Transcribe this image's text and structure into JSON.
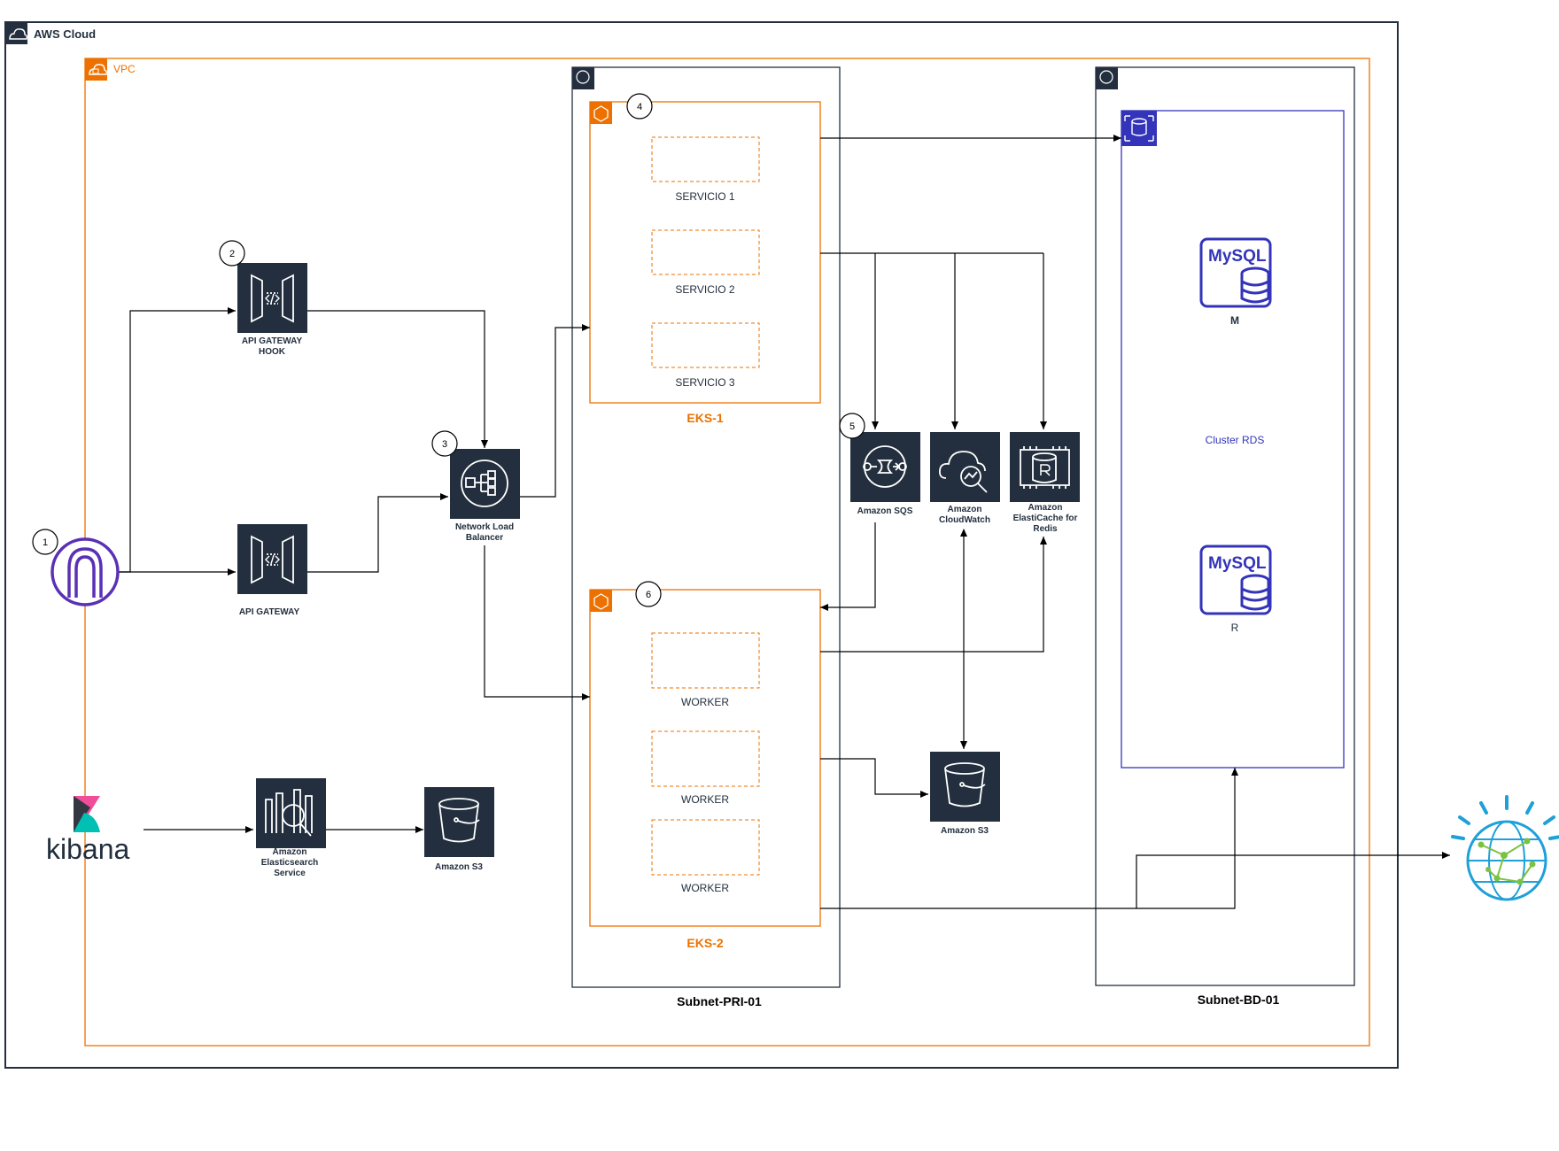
{
  "groups": {
    "aws_cloud": "AWS Cloud",
    "vpc": "VPC",
    "subnet_pri": "Subnet-PRI-01",
    "subnet_bd": "Subnet-BD-01",
    "eks1": "EKS-1",
    "eks2": "EKS-2",
    "cluster_rds": "Cluster RDS"
  },
  "steps": [
    "1",
    "2",
    "3",
    "4",
    "5",
    "6"
  ],
  "services_eks1": [
    "SERVICIO 1",
    "SERVICIO 2",
    "SERVICIO 3"
  ],
  "services_eks2": [
    "WORKER",
    "WORKER",
    "WORKER"
  ],
  "nodes": {
    "api_gateway_hook": [
      "API GATEWAY",
      "HOOK"
    ],
    "api_gateway": [
      "API GATEWAY"
    ],
    "nlb": [
      "Network Load",
      "Balancer"
    ],
    "sqs": [
      "Amazon SQS"
    ],
    "cloudwatch": [
      "Amazon",
      "CloudWatch"
    ],
    "elasticache": [
      "Amazon",
      "ElastiCache for",
      "Redis"
    ],
    "s3_right": [
      "Amazon S3"
    ],
    "elasticsearch": [
      "Amazon",
      "Elasticsearch",
      "Service"
    ],
    "s3_left": [
      "Amazon S3"
    ],
    "kibana": "kibana",
    "mysql_master_logo": "MySQL",
    "mysql_master": "M",
    "mysql_replica_logo": "MySQL",
    "mysql_replica": "R"
  },
  "colors": {
    "aws_dark": "#232f3e",
    "orange": "#ed7100",
    "rds_blue": "#3334b9",
    "kibana_pink": "#f04e98",
    "kibana_teal": "#00bfb3",
    "watson_blue": "#1ea0d8",
    "watson_green": "#7cc242",
    "purple": "#5a30b5"
  }
}
